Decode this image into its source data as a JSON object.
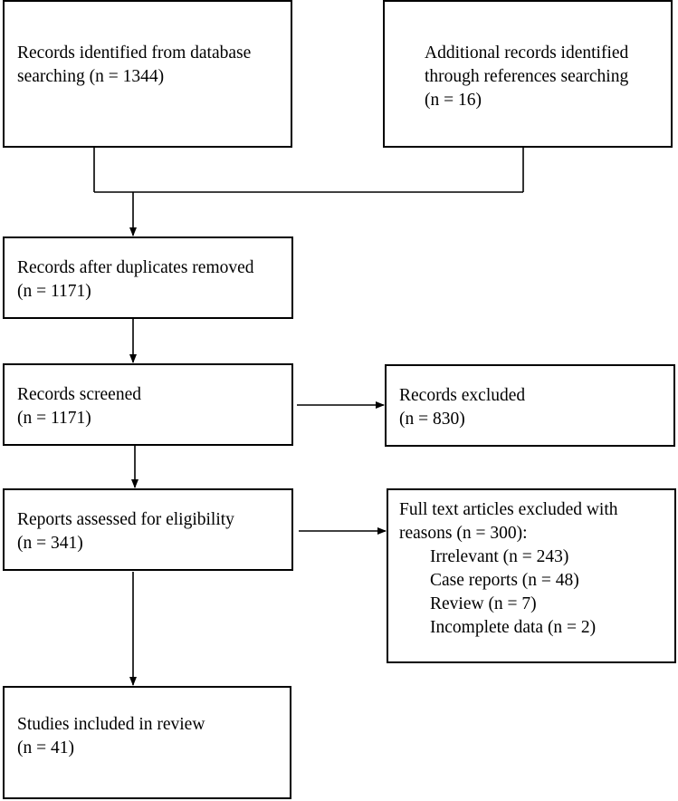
{
  "boxes": {
    "database": {
      "line1": "Records identified from database",
      "line2": "searching (n = 1344)"
    },
    "references": {
      "line1": "Additional records identified",
      "line2": "through references searching",
      "line3": "(n = 16)"
    },
    "duplicates": {
      "line1": "Records after duplicates removed",
      "line2": "(n = 1171)"
    },
    "screened": {
      "line1": "Records screened",
      "line2": "(n = 1171)"
    },
    "excluded": {
      "line1": "Records excluded",
      "line2": "(n = 830)"
    },
    "eligibility": {
      "line1": "Reports assessed for eligibility",
      "line2": "(n = 341)"
    },
    "fulltext_excluded": {
      "line1": "Full text articles excluded with",
      "line2": "reasons (n = 300):",
      "reasons": [
        "Irrelevant (n = 243)",
        "Case reports (n = 48)",
        "Review (n = 7)",
        "Incomplete data (n = 2)"
      ]
    },
    "included": {
      "line1": "Studies included in review",
      "line2": "(n = 41)"
    }
  }
}
